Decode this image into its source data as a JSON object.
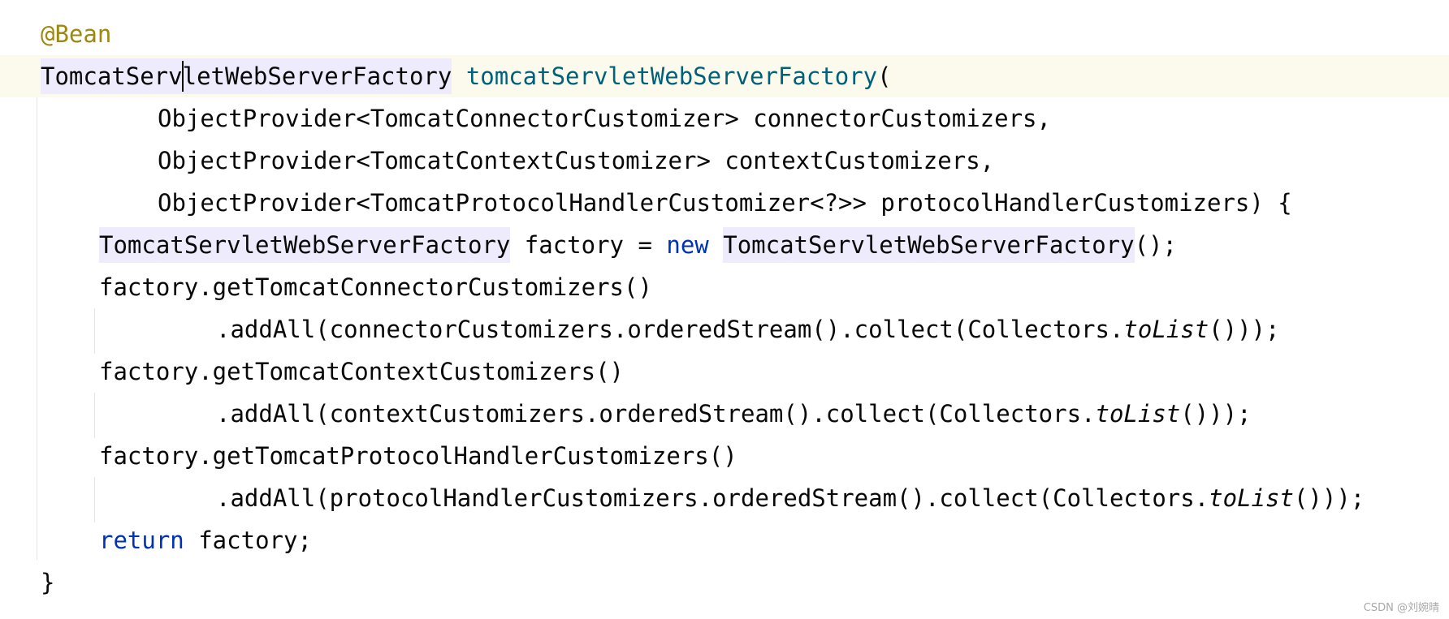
{
  "editor": {
    "lines": [
      {
        "tokens": [
          {
            "t": "@Bean",
            "c": "annotation"
          }
        ]
      },
      {
        "current": true,
        "tokens": [
          {
            "t": "TomcatServ",
            "c": "hl-type"
          },
          {
            "caret": true
          },
          {
            "t": "letWebServerFactory",
            "c": "hl-type"
          },
          {
            "t": " "
          },
          {
            "t": "tomcatServletWebServerFactory",
            "c": "method-decl"
          },
          {
            "t": "("
          }
        ]
      },
      {
        "tokens": [
          {
            "t": "ObjectProvider<TomcatConnectorCustomizer> connectorCustomizers,"
          }
        ]
      },
      {
        "tokens": [
          {
            "t": "ObjectProvider<TomcatContextCustomizer> contextCustomizers,"
          }
        ]
      },
      {
        "tokens": [
          {
            "t": "ObjectProvider<TomcatProtocolHandlerCustomizer<?>> protocolHandlerCustomizers) {"
          }
        ]
      },
      {
        "tokens": [
          {
            "t": "TomcatServletWebServerFactory",
            "c": "hl-type"
          },
          {
            "t": " factory = "
          },
          {
            "t": "new",
            "c": "keyword"
          },
          {
            "t": " "
          },
          {
            "t": "TomcatServletWebServerFactory",
            "c": "hl-type"
          },
          {
            "t": "();"
          }
        ]
      },
      {
        "tokens": [
          {
            "t": "factory.getTomcatConnectorCustomizers()"
          }
        ]
      },
      {
        "tokens": [
          {
            "t": ".addAll(connectorCustomizers.orderedStream().collect(Collectors."
          },
          {
            "t": "toList",
            "c": "italic"
          },
          {
            "t": "()));"
          }
        ]
      },
      {
        "tokens": [
          {
            "t": "factory.getTomcatContextCustomizers()"
          }
        ]
      },
      {
        "tokens": [
          {
            "t": ".addAll(contextCustomizers.orderedStream().collect(Collectors."
          },
          {
            "t": "toList",
            "c": "italic"
          },
          {
            "t": "()));"
          }
        ]
      },
      {
        "tokens": [
          {
            "t": "factory.getTomcatProtocolHandlerCustomizers()"
          }
        ]
      },
      {
        "tokens": [
          {
            "t": ".addAll(protocolHandlerCustomizers.orderedStream().collect(Collectors."
          },
          {
            "t": "toList",
            "c": "italic"
          },
          {
            "t": "()));"
          }
        ]
      },
      {
        "tokens": [
          {
            "t": "return",
            "c": "keyword"
          },
          {
            "t": " factory;"
          }
        ]
      },
      {
        "tokens": [
          {
            "t": "}"
          }
        ]
      }
    ]
  },
  "watermark": "CSDN @刘婉晴",
  "colors": {
    "background": "#ffffff",
    "current_line": "#fcfaed",
    "type_highlight": "#edebfc",
    "annotation": "#9e880d",
    "method_declaration": "#00627a",
    "keyword": "#0033b3",
    "default_text": "#080808",
    "indent_guide": "#e4e4e4"
  }
}
